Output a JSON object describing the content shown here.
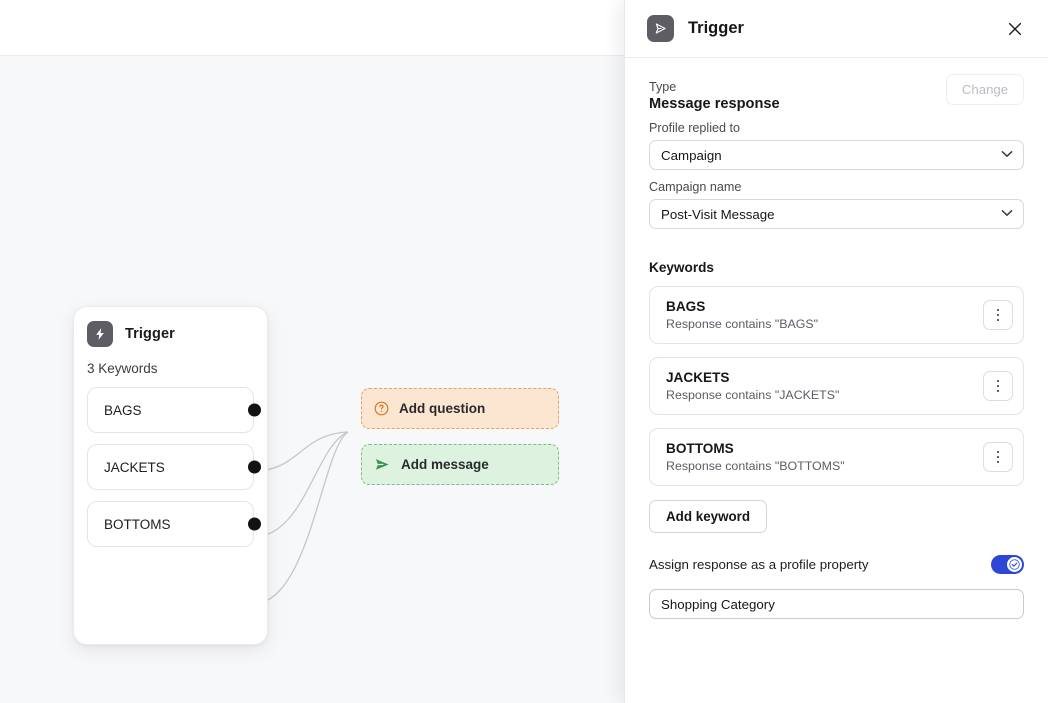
{
  "canvas": {
    "node": {
      "icon": "lightning-bolt-icon",
      "title": "Trigger",
      "subtitle": "3 Keywords",
      "keywords": [
        "BAGS",
        "JACKETS",
        "BOTTOMS"
      ]
    },
    "ghost_buttons": [
      {
        "label": "Add question",
        "icon": "question-circle-icon",
        "color": "#e8a15f",
        "background": "#fbe6d2"
      },
      {
        "label": "Add message",
        "icon": "send-arrow-icon",
        "color": "#7bbd86",
        "background": "#ddf3e0"
      }
    ]
  },
  "panel": {
    "icon": "send-arrow-icon",
    "title": "Trigger",
    "close_icon": "close-icon",
    "type": {
      "label": "Type",
      "value": "Message response",
      "change_label": "Change"
    },
    "profile_replied_to": {
      "label": "Profile replied to",
      "value": "Campaign"
    },
    "campaign_name": {
      "label": "Campaign name",
      "value": "Post-Visit Message"
    },
    "keywords_section": {
      "title": "Keywords",
      "items": [
        {
          "name": "BAGS",
          "description": "Response contains \"BAGS\""
        },
        {
          "name": "JACKETS",
          "description": "Response contains \"JACKETS\""
        },
        {
          "name": "BOTTOMS",
          "description": "Response contains \"BOTTOMS\""
        }
      ],
      "add_label": "Add keyword"
    },
    "assign_property": {
      "label": "Assign response as a profile property",
      "enabled": true,
      "toggle_color": "#2c47d6",
      "property_value": "Shopping Category"
    }
  }
}
